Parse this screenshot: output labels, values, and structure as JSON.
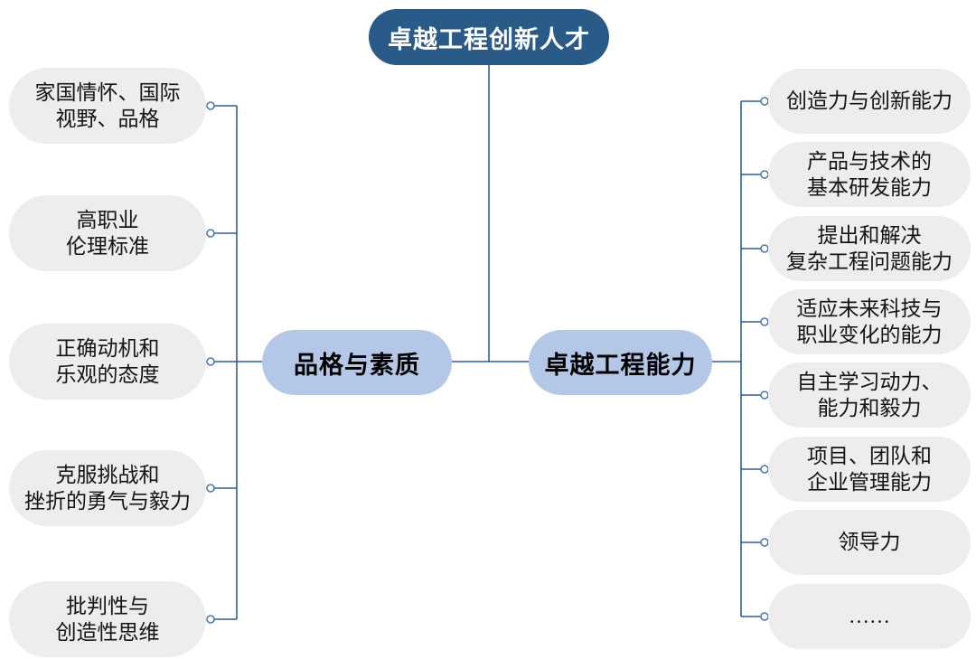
{
  "root": {
    "label": "卓越工程创新人才"
  },
  "branches": {
    "left": {
      "label": "品格与素质",
      "items": [
        {
          "label": "家国情怀、国际\n视野、品格"
        },
        {
          "label": "高职业\n伦理标准"
        },
        {
          "label": "正确动机和\n乐观的态度"
        },
        {
          "label": "克服挑战和\n挫折的勇气与毅力"
        },
        {
          "label": "批判性与\n创造性思维"
        }
      ]
    },
    "right": {
      "label": "卓越工程能力",
      "items": [
        {
          "label": "创造力与创新能力"
        },
        {
          "label": "产品与技术的\n基本研发能力"
        },
        {
          "label": "提出和解决\n复杂工程问题能力"
        },
        {
          "label": "适应未来科技与\n职业变化的能力"
        },
        {
          "label": "自主学习动力、\n能力和毅力"
        },
        {
          "label": "项目、团队和\n企业管理能力"
        },
        {
          "label": "领导力"
        },
        {
          "label": "……"
        }
      ]
    }
  },
  "colors": {
    "root_bg": "#2a5a87",
    "root_text": "#ffffff",
    "branch_bg": "#b4c7e7",
    "branch_text": "#000000",
    "leaf_bg": "#ededed",
    "leaf_text": "#141414",
    "line": "#2e5f95",
    "node_dot_stroke": "#4a7ab0",
    "background": "#ffffff"
  }
}
